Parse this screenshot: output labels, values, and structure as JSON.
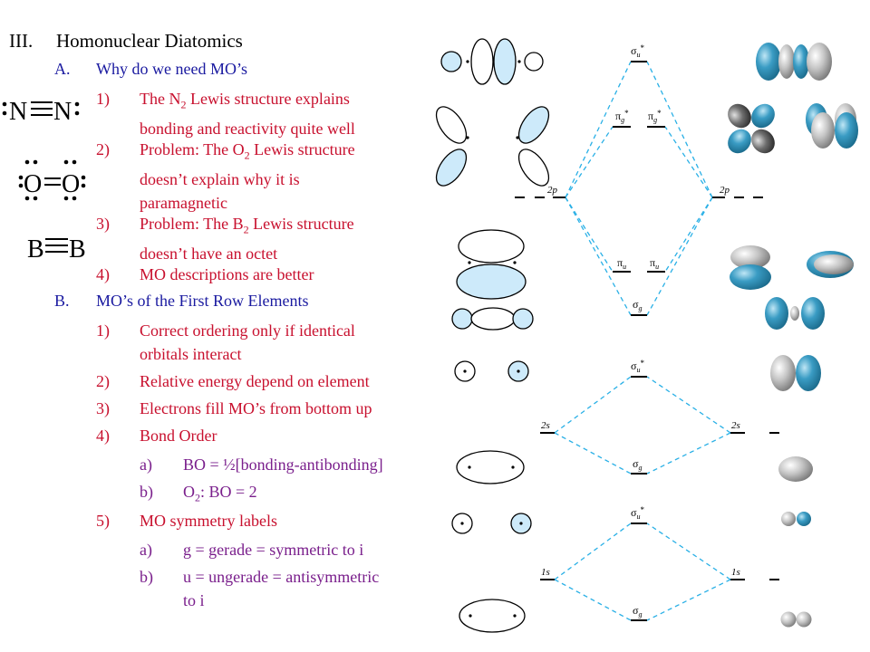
{
  "heading": {
    "num": "III.",
    "text": "Homonuclear Diatomics"
  },
  "sectionA": {
    "num": "A.",
    "text": "Why do we need MO’s"
  },
  "a_items": [
    {
      "num": "1)",
      "line1": "The N",
      "sub": "2",
      "line1b": " Lewis structure explains",
      "line2": "bonding and reactivity quite well"
    },
    {
      "num": "2)",
      "line1": "Problem:  The O",
      "sub": "2",
      "line1b": " Lewis structure",
      "line2": "doesn’t explain why it is",
      "line3": "paramagnetic"
    },
    {
      "num": "3)",
      "line1": "Problem:  The B",
      "sub": "2",
      "line1b": " Lewis structure",
      "line2": "doesn’t have an octet"
    },
    {
      "num": "4)",
      "line1": "MO descriptions are better"
    }
  ],
  "sectionB": {
    "num": "B.",
    "text": "MO’s of the First Row Elements"
  },
  "b_items": [
    {
      "num": "1)",
      "line1": "Correct ordering only if identical",
      "line2": "orbitals interact"
    },
    {
      "num": "2)",
      "line1": "Relative energy depend on element"
    },
    {
      "num": "3)",
      "line1": "Electrons fill MO’s from bottom up"
    },
    {
      "num": "4)",
      "line1": "Bond Order"
    },
    {
      "num": "5)",
      "line1": "MO symmetry labels"
    }
  ],
  "bond_order": [
    {
      "num": "a)",
      "text": "BO = ½[bonding-antibonding]"
    },
    {
      "num": "b)",
      "pre": "O",
      "sub": "2",
      "post": ":  BO = 2"
    }
  ],
  "symmetry": [
    {
      "num": "a)",
      "text": "g = gerade = symmetric to i"
    },
    {
      "num": "b)",
      "line1": "u = ungerade = antisymmetric",
      "line2": "to i"
    }
  ],
  "lewis": {
    "n2": {
      "left": "N",
      "right": "N"
    },
    "o2": {
      "left": "O",
      "right": "O"
    },
    "b2": {
      "left": "B",
      "right": "B"
    }
  },
  "diagram": {
    "p_block": {
      "sigma_u_star": "σ",
      "sigma_u_star_sub": "u",
      "star": "*",
      "pi_g_star": "π",
      "pi_g_star_sub": "g",
      "pi_u": "π",
      "pi_u_sub": "u",
      "sigma_g": "σ",
      "sigma_g_sub": "g",
      "ao_left": "2p",
      "ao_right": "2p"
    },
    "s2_block": {
      "sigma_u_star": "σ",
      "sub_u": "u",
      "sigma_g": "σ",
      "sub_g": "g",
      "ao_left": "2s",
      "ao_right": "2s"
    },
    "s1_block": {
      "sigma_u_star": "σ",
      "sub_u": "u",
      "sigma_g": "σ",
      "sub_g": "g",
      "ao_left": "1s",
      "ao_right": "1s"
    }
  },
  "colors": {
    "heading": "#000000",
    "level_a_b": "#1a1aa0",
    "red_items": "#c8102e",
    "purple_items": "#7a1f8c",
    "dashed": "#2ab0e6",
    "orbital_fill": "#cdeafa",
    "mo_blue": "#2a8fb8",
    "mo_gray": "#a8a8a8"
  }
}
